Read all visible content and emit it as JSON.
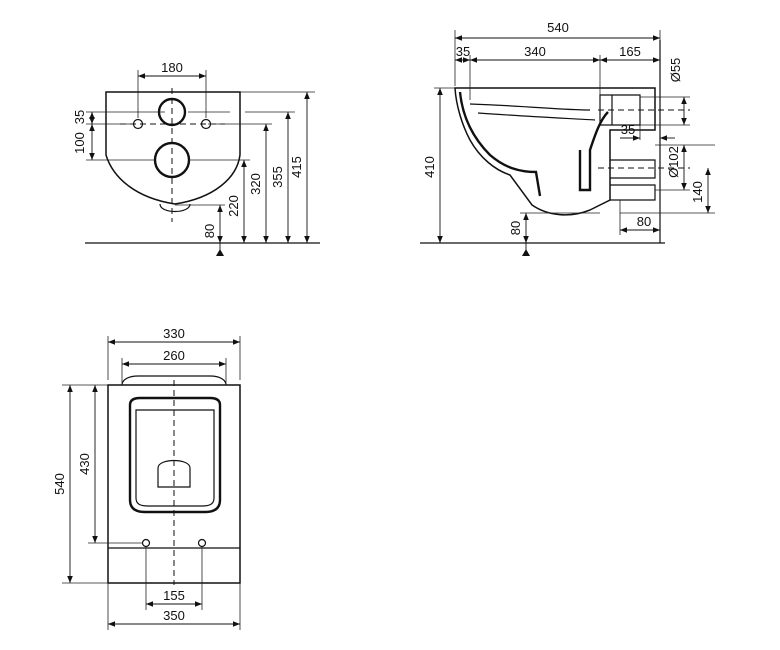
{
  "views": {
    "front": {
      "dims": {
        "hole_spacing": "180",
        "d35": "35",
        "d100": "100",
        "d80": "80",
        "d220": "220",
        "d320": "320",
        "d355": "355",
        "d415": "415"
      }
    },
    "side": {
      "dims": {
        "total": "540",
        "d35_top": "35",
        "d340": "340",
        "d165": "165",
        "dia55": "Ø55",
        "d35_mid": "35",
        "dia102": "Ø102",
        "d140": "140",
        "d410": "410",
        "d80_left": "80",
        "d80_right": "80"
      }
    },
    "top": {
      "dims": {
        "d330": "330",
        "d260": "260",
        "d540": "540",
        "d430": "430",
        "d155": "155",
        "d350": "350"
      }
    }
  }
}
